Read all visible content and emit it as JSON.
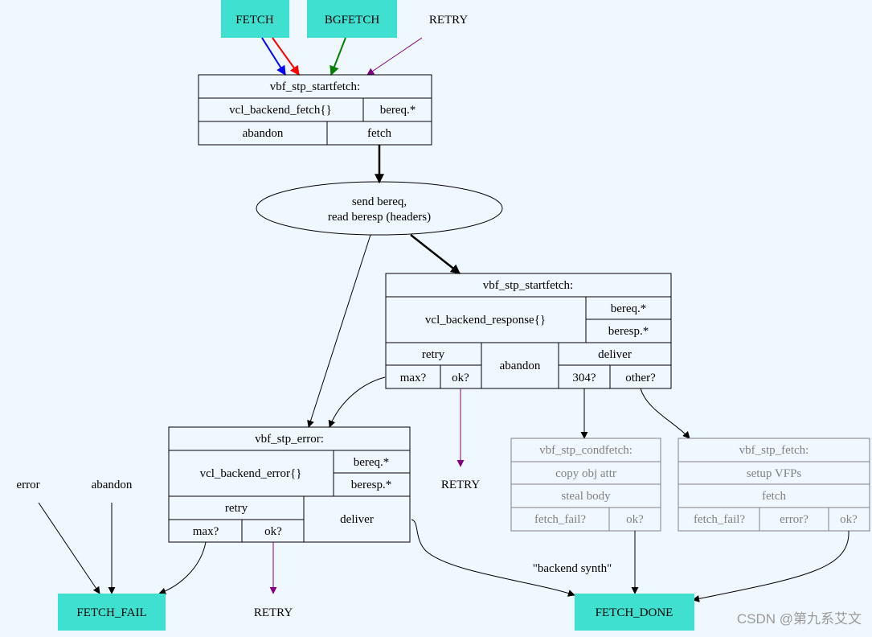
{
  "terminals": {
    "fetch": "FETCH",
    "bgfetch": "BGFETCH",
    "fetch_fail": "FETCH_FAIL",
    "fetch_done": "FETCH_DONE"
  },
  "labels": {
    "retry_top": "RETRY",
    "retry_mid": "RETRY",
    "retry_bottom": "RETRY",
    "error": "error",
    "abandon": "abandon",
    "backend_synth": "\"backend synth\""
  },
  "startfetch": {
    "title": "vbf_stp_startfetch:",
    "vcl": "vcl_backend_fetch{}",
    "bereq": "bereq.*",
    "abandon": "abandon",
    "fetch": "fetch"
  },
  "send": {
    "line1": "send bereq,",
    "line2": "read beresp (headers)"
  },
  "startfetch2": {
    "title": "vbf_stp_startfetch:",
    "vcl": "vcl_backend_response{}",
    "bereq": "bereq.*",
    "beresp": "beresp.*",
    "retry": "retry",
    "max": "max?",
    "ok": "ok?",
    "abandon": "abandon",
    "deliver": "deliver",
    "c304": "304?",
    "other": "other?"
  },
  "error_node": {
    "title": "vbf_stp_error:",
    "vcl": "vcl_backend_error{}",
    "bereq": "bereq.*",
    "beresp": "beresp.*",
    "retry": "retry",
    "max": "max?",
    "ok": "ok?",
    "deliver": "deliver"
  },
  "condfetch": {
    "title": "vbf_stp_condfetch:",
    "copy": "copy obj attr",
    "steal": "steal body",
    "fail": "fetch_fail?",
    "ok": "ok?"
  },
  "fetchnode": {
    "title": "vbf_stp_fetch:",
    "setup": "setup VFPs",
    "fetch": "fetch",
    "fail": "fetch_fail?",
    "error": "error?",
    "ok": "ok?"
  },
  "watermark": "CSDN @第九系艾文",
  "colors": {
    "terminal": "#40e0d0",
    "background": "#f0f8ff",
    "edge_fetch": "#0000ff",
    "edge_fetch2": "#ff0000",
    "edge_bgfetch": "#008000",
    "edge_retry": "#800080",
    "grey_node": "#808080"
  }
}
